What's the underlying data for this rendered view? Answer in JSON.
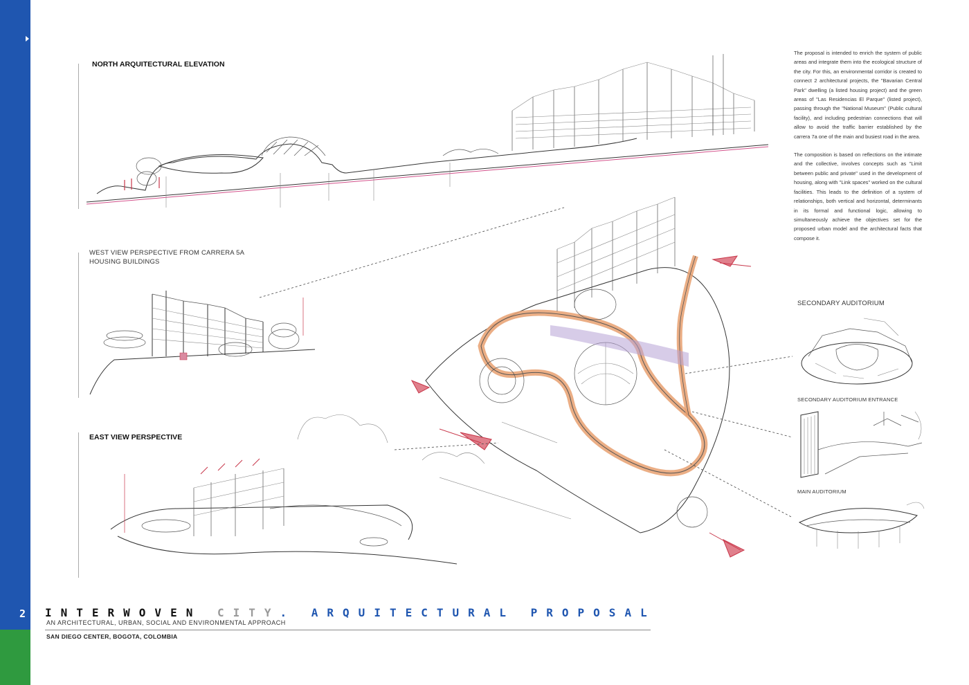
{
  "page": {
    "number": "2"
  },
  "sections": {
    "north_elevation": "NORTH ARQUITECTURAL ELEVATION",
    "west_view_line1": "WEST VIEW PERSPECTIVE FROM CARRERA 5A",
    "west_view_line2": "HOUSING BUILDINGS",
    "east_view": "EAST VIEW PERSPECTIVE",
    "secondary_auditorium": "SECONDARY AUDITORIUM",
    "secondary_auditorium_entrance": "SECONDARY AUDITORIUM ENTRANCE",
    "main_auditorium": "MAIN AUDITORIUM"
  },
  "description": {
    "paragraph1": "The proposal is intended to enrich the system of public areas and integrate them into the ecological structure of the city. For this, an environmental corridor is created to connect 2 architectural projects, the \"Bavarian Central Park\" dwelling (a listed housing project) and the green areas of \"Las Residencias El Parque\" (listed project), passing through the \"National Museum\" (Public cultural facility), and including pedestrian connections that will allow to avoid the traffic barrier established by the carrera 7a one of the main and busiest road in the area.",
    "paragraph2": "The composition is based on reflections on the intimate and the collective, involves concepts such as \"Limit between public and private\" used in the development of housing, along with \"Link spaces\" worked on the cultural facilities. This leads to the definition of a system of relationships, both vertical and horizontal, determinants in its formal and functional logic, allowing to simultaneously achieve the objectives set for the proposed urban model and the architectural facts that compose it."
  },
  "title": {
    "part1": "INTERWOVEN",
    "part2": "CITY",
    "separator": ".",
    "part3": "ARQUITECTURAL PROPOSAL",
    "subtitle": "AN ARCHITECTURAL, URBAN, SOCIAL AND ENVIRONMENTAL APPROACH",
    "location": "SAN DIEGO CENTER, BOGOTA, COLOMBIA"
  },
  "colors": {
    "sidebar_blue": "#1f56b0",
    "sidebar_green": "#2f9a3f",
    "accent_blue": "#1f56b0",
    "sketch_red": "#c8374a",
    "ramp_orange": "#e8a070"
  }
}
